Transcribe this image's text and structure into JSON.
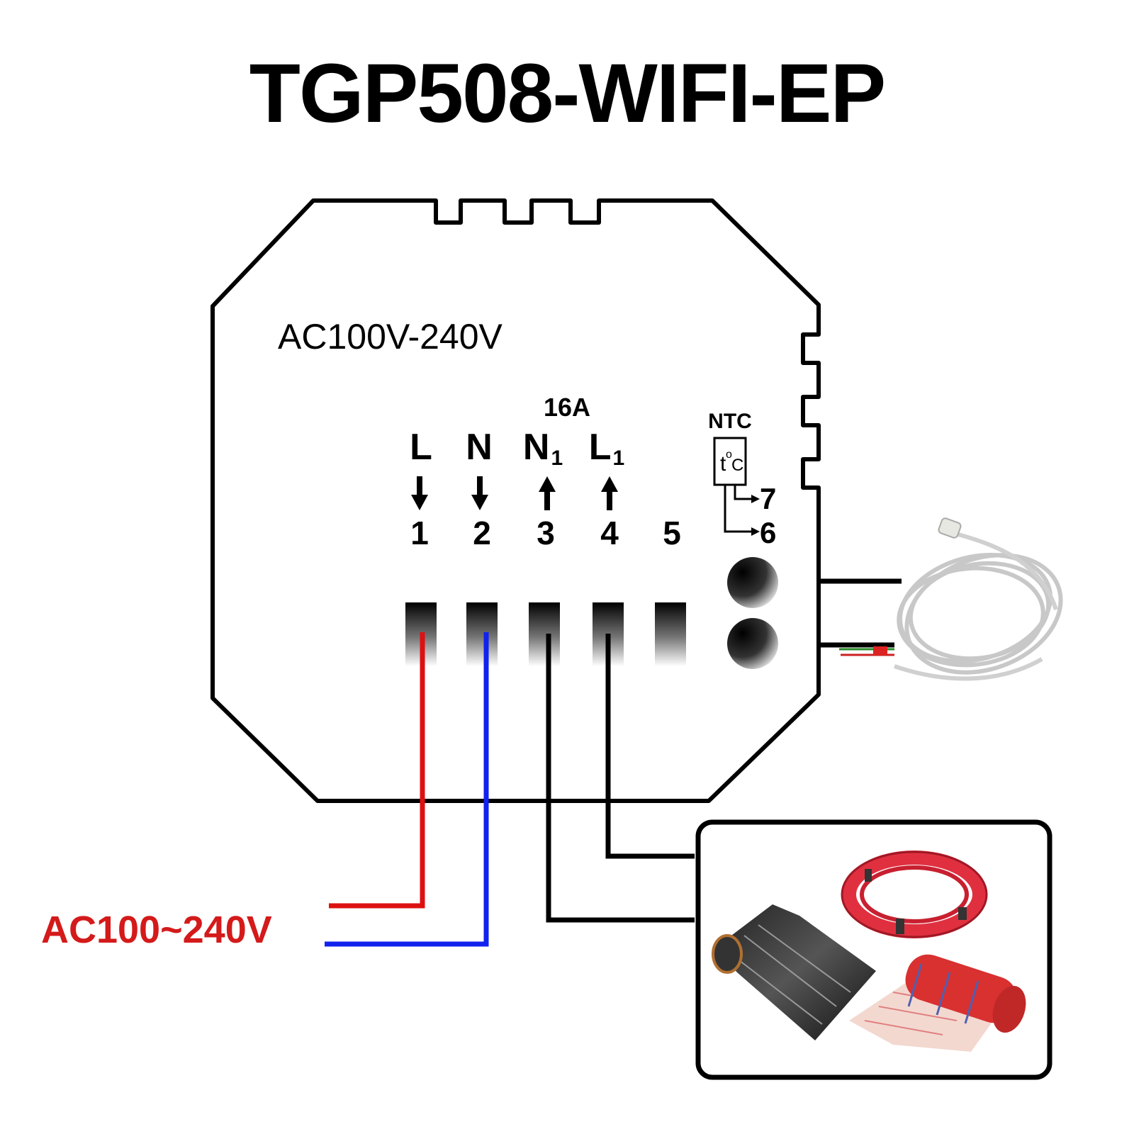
{
  "title": "TGP508-WIFI-EP",
  "voltage_rating": "AC100V-240V",
  "current_rating": "16A",
  "sensor_label": "NTC",
  "sensor_symbol": {
    "main": "t",
    "degree": "o",
    "unit": "C"
  },
  "terminals": [
    {
      "number": "1",
      "letter": "L",
      "sub": "",
      "arrow": "down"
    },
    {
      "number": "2",
      "letter": "N",
      "sub": "",
      "arrow": "down"
    },
    {
      "number": "3",
      "letter": "N",
      "sub": "1",
      "arrow": "up"
    },
    {
      "number": "4",
      "letter": "L",
      "sub": "1",
      "arrow": "up"
    },
    {
      "number": "5",
      "letter": "",
      "sub": "",
      "arrow": ""
    }
  ],
  "sensor_terminals": [
    "7",
    "6"
  ],
  "supply_label": "AC100~240V",
  "colors": {
    "live_wire": "#dd1111",
    "neutral_wire": "#1122ee",
    "load_wire": "#000000",
    "supply_text": "#d41a1a"
  }
}
